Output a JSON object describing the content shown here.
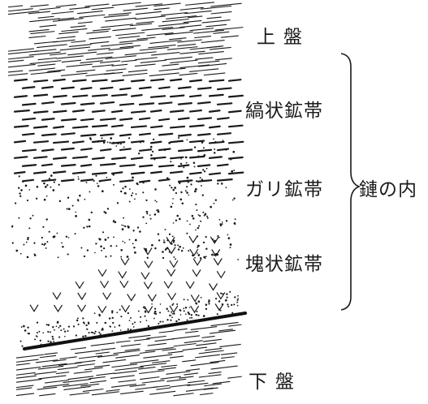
{
  "labels": {
    "hanging_wall": "上盤",
    "banded_zone": "縞状鉱帯",
    "gouge_zone": "ガリ鉱帯",
    "massive_zone": "塊状鉱帯",
    "ore_body": "鏈の内",
    "footwall": "下盤"
  },
  "colors": {
    "ink": "#1a1a1a",
    "background": "#ffffff"
  }
}
